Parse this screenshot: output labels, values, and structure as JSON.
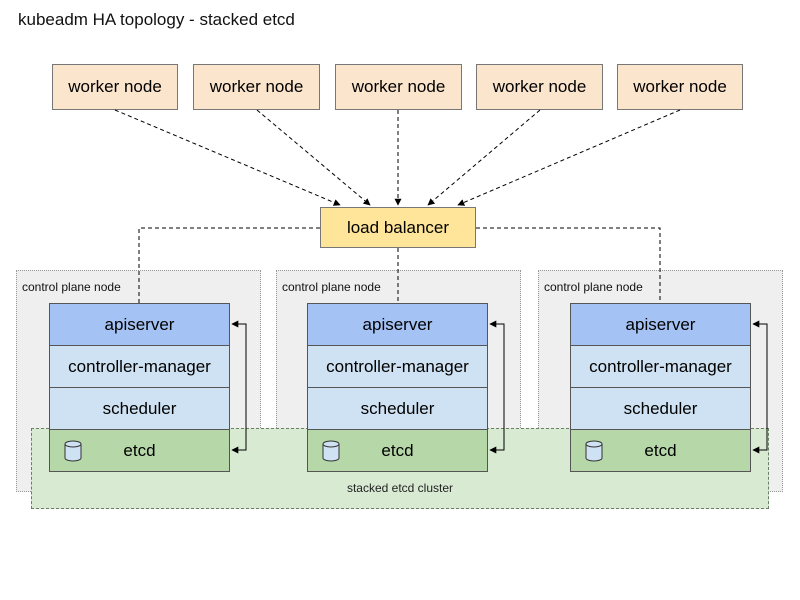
{
  "title": "kubeadm HA topology - stacked etcd",
  "workers": [
    {
      "label": "worker node"
    },
    {
      "label": "worker node"
    },
    {
      "label": "worker node"
    },
    {
      "label": "worker node"
    },
    {
      "label": "worker node"
    }
  ],
  "load_balancer": {
    "label": "load balancer"
  },
  "control_planes": [
    {
      "label": "control plane node",
      "apiserver": "apiserver",
      "controller_manager": "controller-manager",
      "scheduler": "scheduler",
      "etcd": "etcd"
    },
    {
      "label": "control plane node",
      "apiserver": "apiserver",
      "controller_manager": "controller-manager",
      "scheduler": "scheduler",
      "etcd": "etcd"
    },
    {
      "label": "control plane node",
      "apiserver": "apiserver",
      "controller_manager": "controller-manager",
      "scheduler": "scheduler",
      "etcd": "etcd"
    }
  ],
  "etcd_cluster": {
    "label": "stacked etcd cluster"
  },
  "colors": {
    "worker": "#fce5cd",
    "load_balancer": "#ffe599",
    "apiserver": "#a4c2f4",
    "controller_manager": "#cfe2f3",
    "scheduler": "#cfe2f3",
    "etcd": "#b6d7a8",
    "etcd_cluster": "#d9ead3",
    "control_plane": "#efefef"
  },
  "icons": {
    "etcd": "database-icon"
  }
}
